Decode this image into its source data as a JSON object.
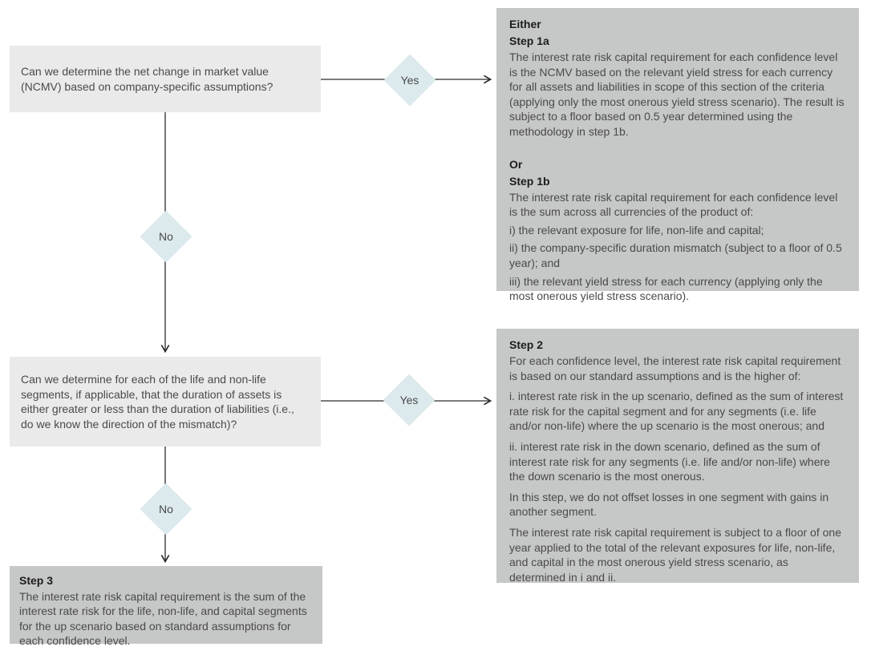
{
  "flowchart": {
    "question1": {
      "text": "Can we determine the net change in market value (NCMV) based on company-specific assumptions?"
    },
    "question2": {
      "text": "Can we determine for each of the life and non-life segments, if applicable, that the duration of assets is either greater or less than the duration of liabilities (i.e., do we know the direction of the mismatch)?"
    },
    "decision_labels": {
      "yes": "Yes",
      "no": "No"
    },
    "panel_step1": {
      "either_label": "Either",
      "step1a_title": "Step 1a",
      "step1a_body": "The interest rate risk capital requirement for each confidence level is the NCMV based on the relevant yield stress for each currency for all assets and liabilities in scope of this section of the criteria (applying only the most onerous yield stress scenario). The result is subject to a floor based on 0.5 year determined using the methodology in step 1b.",
      "or_label": "Or",
      "step1b_title": "Step 1b",
      "step1b_intro": "The interest rate risk capital requirement for each confidence level is the sum across all currencies of the product of:",
      "step1b_items": [
        "i) the relevant exposure for life, non-life and capital;",
        "ii) the company-specific duration mismatch (subject to a floor of 0.5 year); and",
        "iii) the relevant yield stress for each currency (applying only the most onerous yield stress scenario)."
      ]
    },
    "panel_step2": {
      "title": "Step 2",
      "intro": "For each confidence level, the interest rate risk capital requirement is based on our standard assumptions and is the higher of:",
      "item_i": "i. interest rate risk in the up scenario, defined as the sum of interest rate risk for the capital segment and for any segments (i.e. life and/or non-life) where the up scenario is the most onerous; and",
      "item_ii": "ii. interest rate risk in the down scenario, defined as the sum of interest rate risk for any segments (i.e. life and/or non-life) where the down scenario is the most onerous.",
      "note": "In this step, we do not offset losses in one segment with gains in another segment.",
      "floor_paragraph": "The interest rate risk capital requirement is subject to a floor of one year applied to the total of the relevant exposures for life, non-life, and capital in the most onerous yield stress scenario, as determined in i and ii."
    },
    "box_step3": {
      "title": "Step 3",
      "body": "The interest rate risk capital requirement is the sum of the interest rate risk for the life, non-life, and capital segments for the up scenario based on standard assumptions for each confidence level."
    },
    "colors": {
      "question_box_bg": "#eaeaea",
      "panel_bg": "#c6c7c7",
      "diamond_bg": "#dce9ed",
      "line": "#2b2b2b",
      "heading_text": "#1c1c1c",
      "body_text": "#4a4a4a"
    }
  }
}
